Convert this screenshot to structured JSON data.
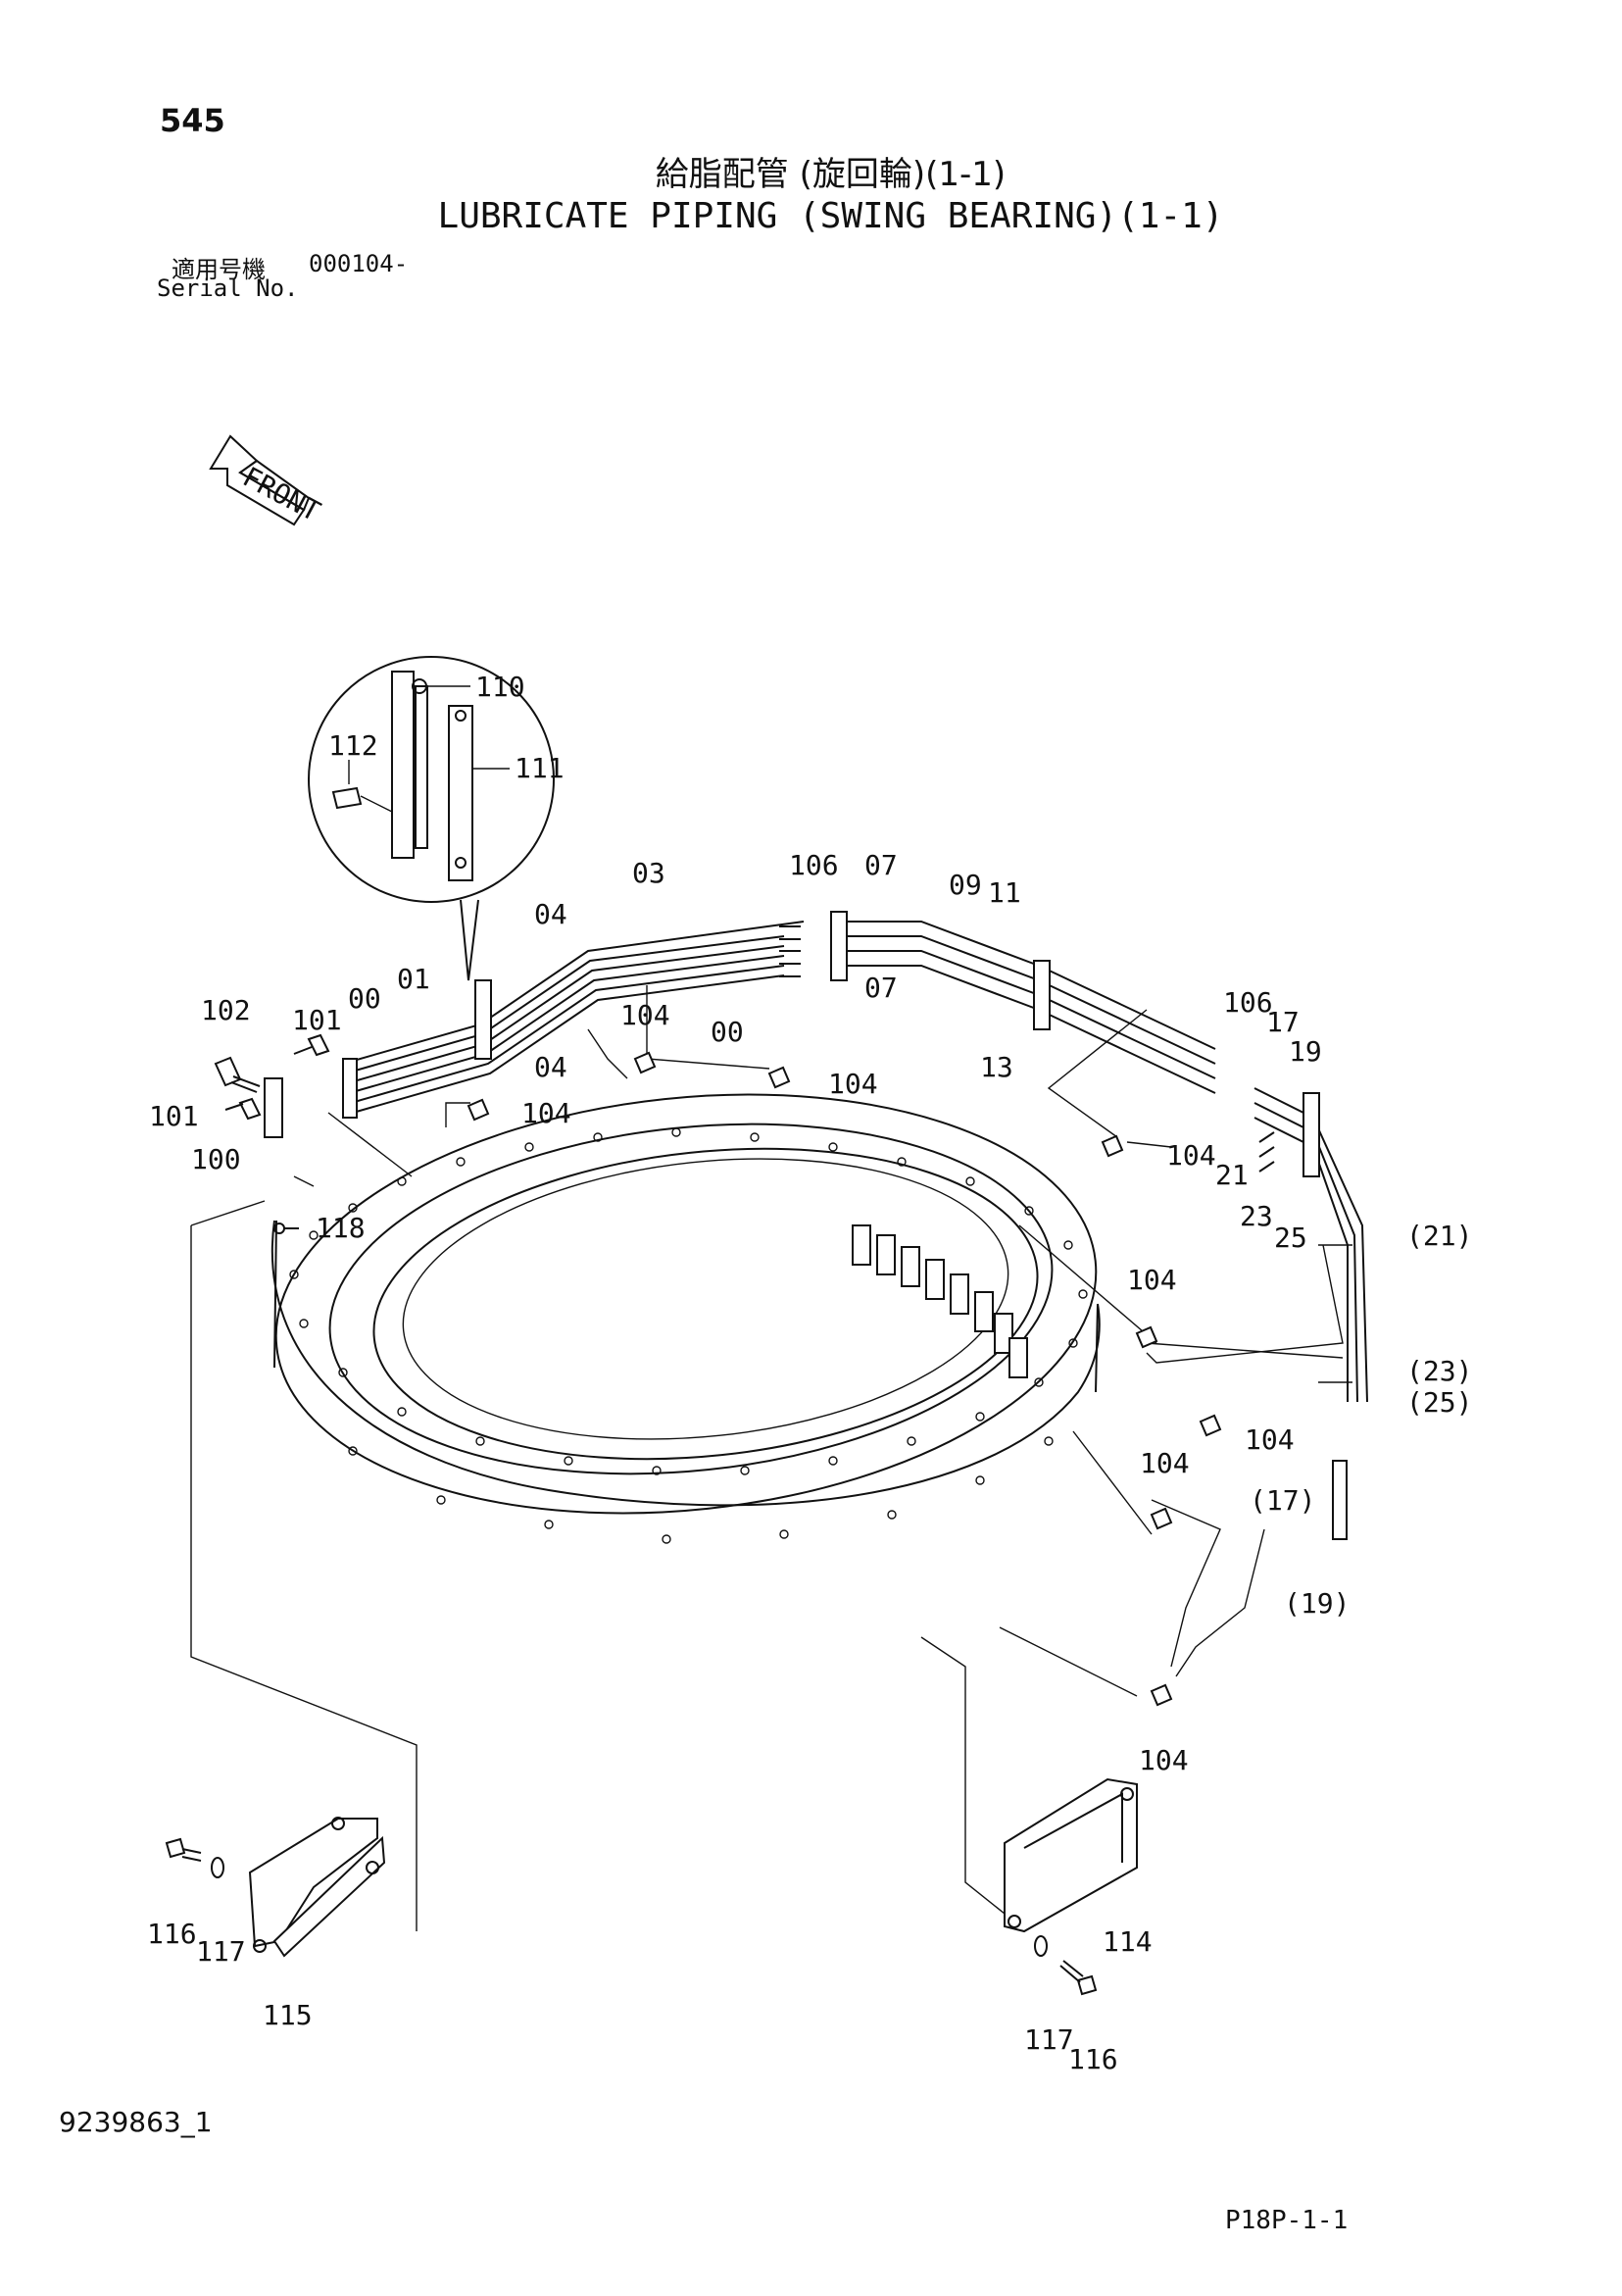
{
  "header": {
    "page_number": "545",
    "title_jp": "給脂配管 (旋回輪)(1-1)",
    "title_en": "LUBRICATE PIPING (SWING BEARING)(1-1)",
    "serial_label_jp": "適用号機",
    "serial_value": "000104-",
    "serial_label_en": "Serial No."
  },
  "front_arrow": {
    "label": "FRONT"
  },
  "callouts": [
    "110",
    "111",
    "112",
    "03",
    "04",
    "04",
    "00",
    "00",
    "01",
    "106",
    "07",
    "07",
    "09",
    "11",
    "13",
    "102",
    "101",
    "101",
    "100",
    "118",
    "104",
    "104",
    "104",
    "104",
    "104",
    "104",
    "104",
    "104",
    "106",
    "17",
    "19",
    "21",
    "23",
    "25",
    "(21)",
    "(23)",
    "(25)",
    "(17)",
    "(19)",
    "116",
    "117",
    "115",
    "114",
    "117",
    "116"
  ],
  "footer": {
    "drawing_id": "9239863_1",
    "sheet_ref": "P18P-1-1"
  }
}
